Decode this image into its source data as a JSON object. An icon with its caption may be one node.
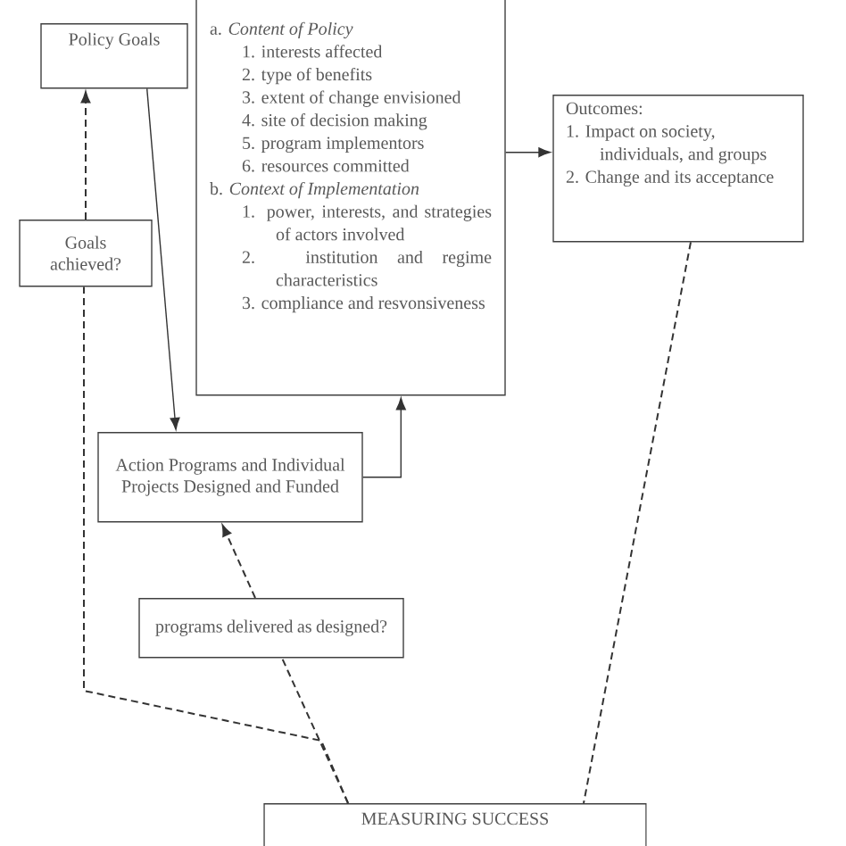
{
  "diagram": {
    "nodes": [
      {
        "text": [
          "Policy Goals"
        ]
      },
      {
        "text": [
          "Goals achieved?"
        ]
      },
      {
        "text": [
          "a. *Content of Policy*",
          "1. interests affected",
          "2. type of benefits",
          "3. extent of change envisioned",
          "4. site of decision making",
          "5. program implementors",
          "6. resources committed",
          "b. *Context of Implementation*",
          "1. power, interests, and strategies of actors involved",
          "2. institution and regime characteristics",
          "3. compliance and resvonsiveness"
        ]
      },
      {
        "text": [
          "Outcomes:",
          "1. Impact on society, individuals, and groups",
          "2. Change and its acceptance"
        ]
      },
      {
        "text": [
          "Action Programs and Individual Projects Designed and Funded"
        ]
      },
      {
        "text": [
          "programs delivered as designed?"
        ]
      },
      {
        "text": [
          "MEASURING SUCCESS"
        ]
      }
    ],
    "edges": [
      {
        "from": 0,
        "to": 4,
        "arrow": "to"
      },
      {
        "from": 1,
        "to": 0,
        "arrow": "to",
        "style": "dashed"
      },
      {
        "from": 6,
        "to": 1,
        "arrow": "none",
        "style": "dashed"
      },
      {
        "from": 5,
        "to": 4,
        "arrow": "to",
        "style": "dashed"
      },
      {
        "from": 6,
        "to": 5,
        "arrow": "none",
        "style": "dashed"
      },
      {
        "from": 4,
        "to": 2,
        "arrow": "to"
      },
      {
        "from": 2,
        "to": 3,
        "arrow": "to"
      },
      {
        "from": 3,
        "to": 6,
        "arrow": "none",
        "style": "dashed"
      }
    ]
  }
}
